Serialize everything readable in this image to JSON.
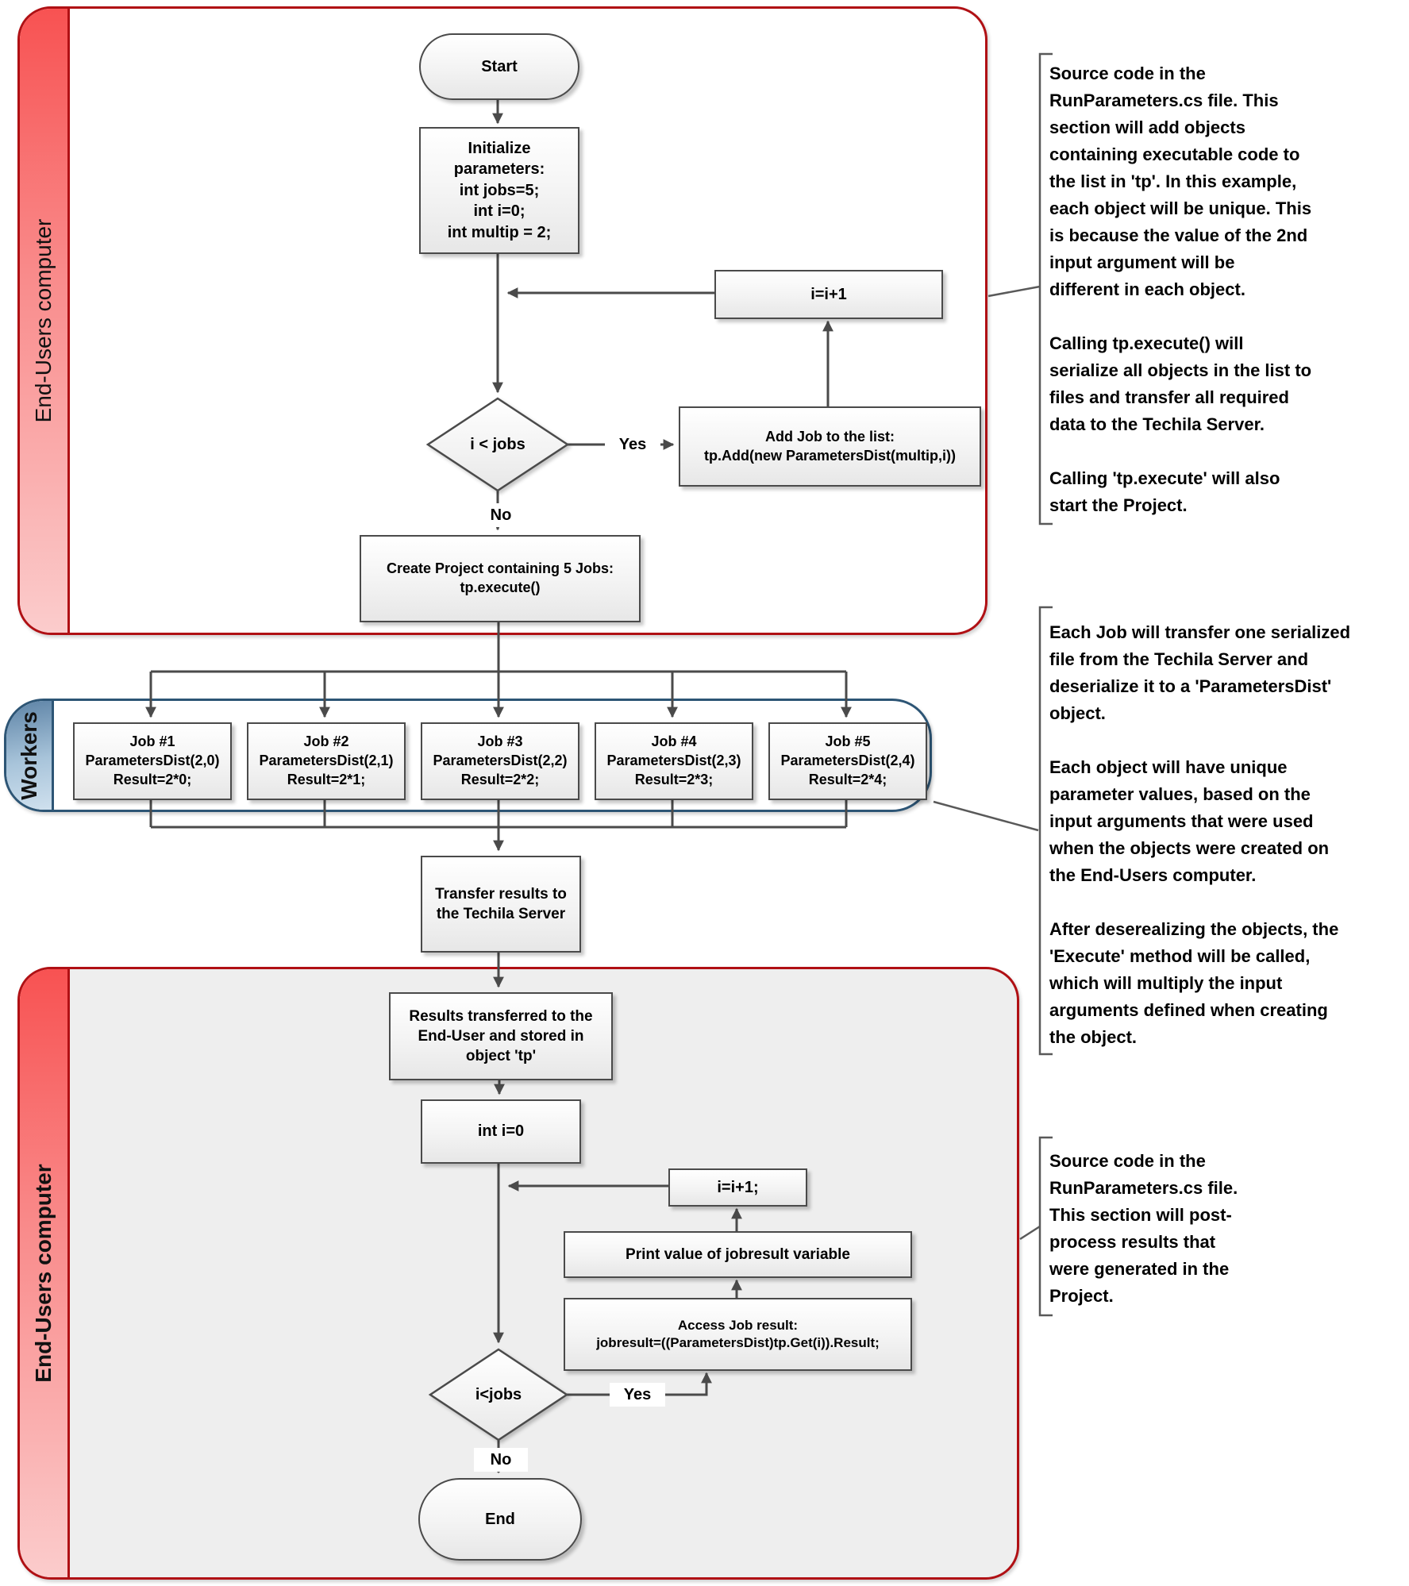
{
  "sections": {
    "top_container": {
      "label": "End-Users computer"
    },
    "workers_container": {
      "label": "Workers"
    },
    "bottom_container": {
      "label": "End-Users computer"
    }
  },
  "nodes": {
    "start": "Start",
    "initialize": "Initialize\nparameters:\nint jobs=5;\nint i=0;\nint multip = 2;",
    "increment_top": "i=i+1",
    "decision_top": "i < jobs",
    "add_job": "Add Job to the list:\ntp.Add(new ParametersDist(multip,i))",
    "create_project": "Create Project containing 5 Jobs:\ntp.execute()",
    "jobs": [
      "Job #1\nParametersDist(2,0)\nResult=2*0;",
      "Job #2\nParametersDist(2,1)\nResult=2*1;",
      "Job #3\nParametersDist(2,2)\nResult=2*2;",
      "Job #4\nParametersDist(2,3)\nResult=2*3;",
      "Job #5\nParametersDist(2,4)\nResult=2*4;"
    ],
    "transfer_results": "Transfer results to\nthe Techila Server",
    "results_transferred": "Results transferred to the\nEnd-User and stored in\nobject 'tp'",
    "init_i": "int i=0",
    "increment_bottom": "i=i+1;",
    "print_value": "Print value of jobresult variable",
    "access_result": "Access Job result:\njobresult=((ParametersDist)tp.Get(i)).Result;",
    "decision_bottom": "i<jobs",
    "end": "End"
  },
  "edge_labels": {
    "yes_top": "Yes",
    "no_top": "No",
    "yes_bottom": "Yes",
    "no_bottom": "No"
  },
  "annotations": {
    "top": "Source code in the\nRunParameters.cs file. This\nsection will add objects\ncontaining executable code to\nthe list in 'tp'. In this example,\neach object will be unique. This\nis because the value of the 2nd\ninput argument will be\ndifferent in each object.\n\nCalling tp.execute() will\nserialize all objects in the list to\nfiles and transfer all required\ndata to the Techila Server.\n\nCalling 'tp.execute' will also\nstart the Project.",
    "middle": "Each Job will transfer one serialized\nfile from the Techila Server and\ndeserialize it to a 'ParametersDist'\nobject.\n\nEach object will have unique\nparameter values, based on the\ninput arguments that were used\nwhen the objects were created on\nthe End-Users computer.\n\nAfter deserealizing the objects, the\n'Execute' method will be called,\nwhich will multiply the input\narguments defined when creating\nthe object.",
    "bottom": "Source code in the\nRunParameters.cs file.\nThis section will post-\nprocess results that\nwere generated in the\nProject."
  },
  "colors": {
    "container_red_border": "#b01014",
    "container_red_fill_top": "#ffffff",
    "container_red_fill_bottom": "#eeeeee",
    "red_strip_gradient_start": "#f85252",
    "red_strip_gradient_end": "#fbcccc",
    "workers_border": "#2d5575",
    "workers_strip_gradient_start": "#5d83a6",
    "workers_strip_gradient_end": "#cfe0ee",
    "node_border": "#4a4a4a",
    "connector": "#4a4a4a",
    "bracket": "#595959"
  }
}
